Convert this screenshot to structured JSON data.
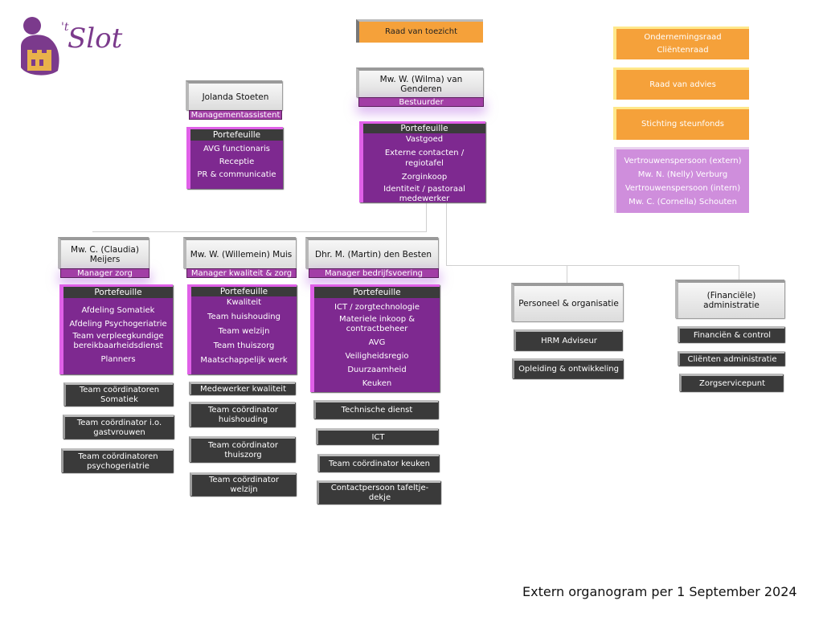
{
  "brand": {
    "apostrophe_t": "'t",
    "name": "Slot",
    "color": "#7b3a8c"
  },
  "top": {
    "raad_toezicht": "Raad van toezicht",
    "director_name": "Mw. W. (Wilma) van Genderen",
    "director_role": "Bestuurder",
    "assistant_name": "Jolanda Stoeten",
    "assistant_role": "Managementassistent"
  },
  "right_boxes": {
    "or_line1": "Ondernemingsraad",
    "or_line2": "Cliëntenraad",
    "raad_advies": "Raad van advies",
    "steunfonds": "Stichting steunfonds",
    "vertrouwen": [
      "Vertrouwenspersoon (extern)",
      "Mw. N. (Nelly) Verburg",
      "Vertrouwenspersoon (intern)",
      "Mw. C. (Cornella) Schouten"
    ]
  },
  "assistant_portfolio": {
    "header": "Portefeuille",
    "items": [
      "AVG functionaris",
      "Receptie",
      "PR & communicatie"
    ]
  },
  "director_portfolio": {
    "header": "Portefeuille",
    "items": [
      "Vastgoed",
      "Externe contacten / regiotafel",
      "Zorginkoop",
      "Identiteit / pastoraal medewerker"
    ]
  },
  "managers": [
    {
      "name": "Mw. C. (Claudia) Meijers",
      "role": "Manager zorg"
    },
    {
      "name": "Mw. W. (Willemein) Muis",
      "role": "Manager kwaliteit & zorg"
    },
    {
      "name": "Dhr. M. (Martin) den Besten",
      "role": "Manager bedrijfsvoering"
    }
  ],
  "portfolios": [
    {
      "header": "Portefeuille",
      "items": [
        "Afdeling Somatiek",
        "Afdeling Psychogeriatrie",
        "Team verpleegkundige bereikbaarheidsdienst",
        "Planners"
      ]
    },
    {
      "header": "Portefeuille",
      "items": [
        "Kwaliteit",
        "Team huishouding",
        "Team welzijn",
        "Team thuiszorg",
        "Maatschappelijk werk"
      ]
    },
    {
      "header": "Portefeuille",
      "items": [
        "ICT / zorgtechnologie",
        "Materiele inkoop & contractbeheer",
        "AVG",
        "Veiligheidsregio",
        "Duurzaamheid",
        "Keuken"
      ]
    }
  ],
  "col1_units": [
    "Team coördinatoren Somatiek",
    "Team coördinator i.o. gastvrouwen",
    "Team coördinatoren psychogeriatrie"
  ],
  "col2_units": [
    "Medewerker kwaliteit",
    "Team coördinator huishouding",
    "Team coördinator thuiszorg",
    "Team coördinator welzijn"
  ],
  "col3_units": [
    "Technische dienst",
    "ICT",
    "Team coördinator keuken",
    "Contactpersoon tafeltje-dekje"
  ],
  "po": {
    "title": "Personeel & organisatie",
    "items": [
      "HRM Adviseur",
      "Opleiding & ontwikkeling"
    ]
  },
  "fin": {
    "title": "(Financiële) administratie",
    "items": [
      "Financiën & control",
      "Cliënten administratie",
      "Zorgservicepunt"
    ]
  },
  "footer": "Extern organogram per 1 September 2024"
}
